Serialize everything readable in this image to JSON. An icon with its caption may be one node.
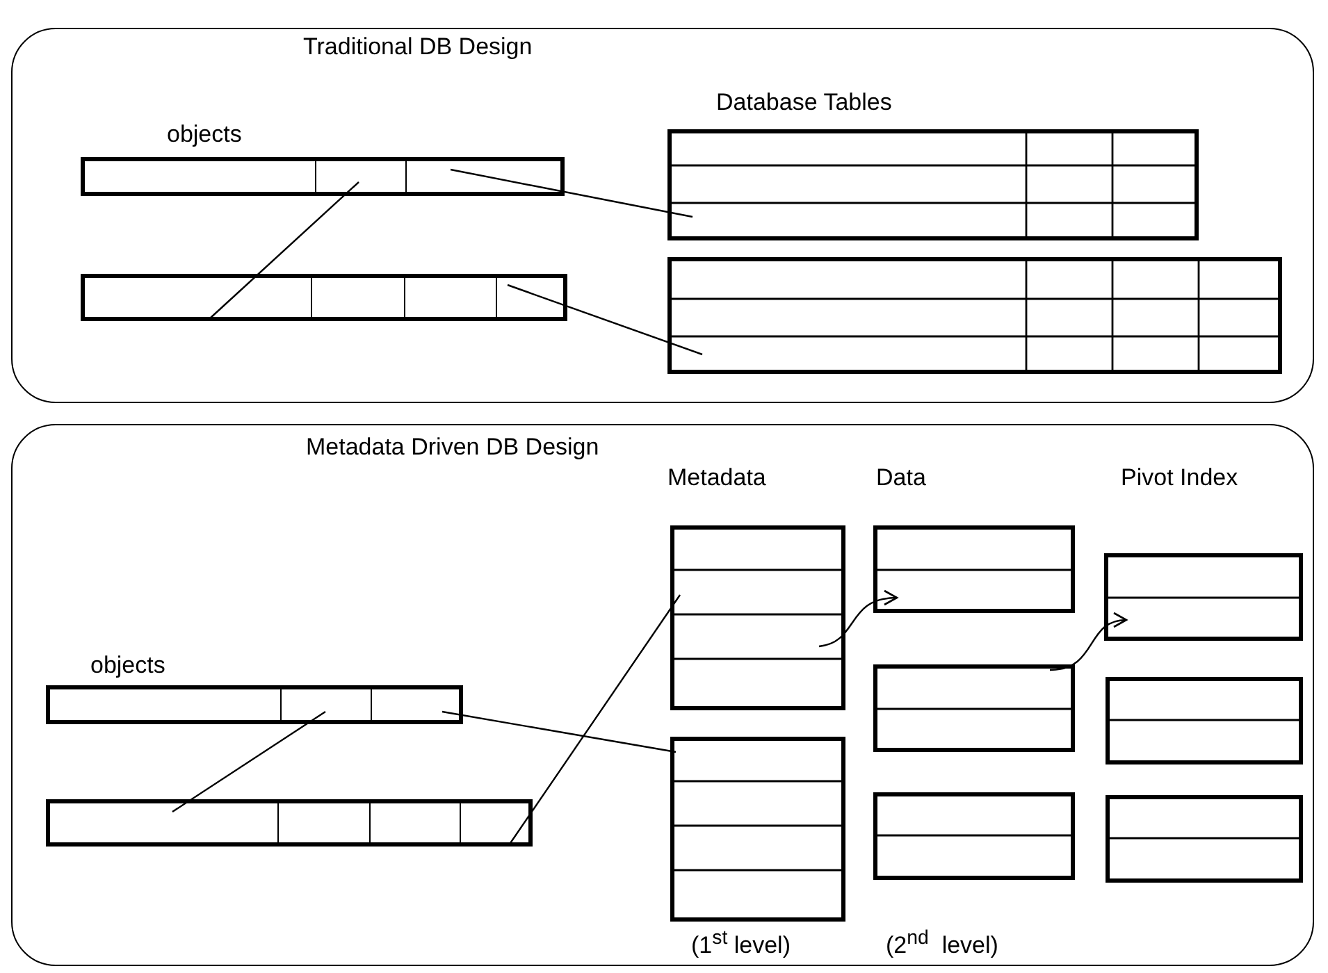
{
  "diagram": {
    "nodes": [
      {
        "text": [
          "Traditional DB Design"
        ]
      },
      {
        "text": [],
        "shape": "bar",
        "in": 0
      },
      {
        "text": [],
        "shape": "bar",
        "in": 0
      },
      {
        "text": [],
        "shape": "box",
        "in": 0
      },
      {
        "text": [],
        "shape": "box",
        "in": 0
      },
      {
        "text": [
          "Metadata Driven DB Design"
        ]
      },
      {
        "text": [],
        "shape": "bar",
        "in": 5
      },
      {
        "text": [],
        "shape": "bar",
        "in": 5
      },
      {
        "text": [],
        "shape": "box",
        "in": 5
      },
      {
        "text": [],
        "shape": "box",
        "in": 5
      },
      {
        "text": [],
        "shape": "box",
        "in": 5
      },
      {
        "text": [],
        "shape": "box",
        "in": 5
      },
      {
        "text": [],
        "shape": "box",
        "in": 5
      },
      {
        "text": [],
        "shape": "box",
        "in": 5
      },
      {
        "text": [],
        "shape": "box",
        "in": 5
      },
      {
        "text": [],
        "shape": "box",
        "in": 5
      }
    ],
    "edges": [
      {
        "from": 1,
        "to": 2,
        "arrow": "none"
      },
      {
        "from": 1,
        "to": 3,
        "arrow": "none"
      },
      {
        "from": 2,
        "to": 4,
        "arrow": "none"
      },
      {
        "from": 6,
        "to": 7,
        "arrow": "none"
      },
      {
        "from": 6,
        "to": 9,
        "arrow": "none"
      },
      {
        "from": 7,
        "to": 8,
        "arrow": "none"
      },
      {
        "from": 8,
        "to": 10,
        "arrow": "to"
      },
      {
        "from": 11,
        "to": 13,
        "arrow": "to"
      }
    ],
    "labels": [
      "Database Tables",
      "objects",
      "Metadata",
      "Data",
      "Pivot Index",
      "objects",
      "(1$^{st}$ level)",
      "(2$^{nd}$  level)"
    ]
  }
}
